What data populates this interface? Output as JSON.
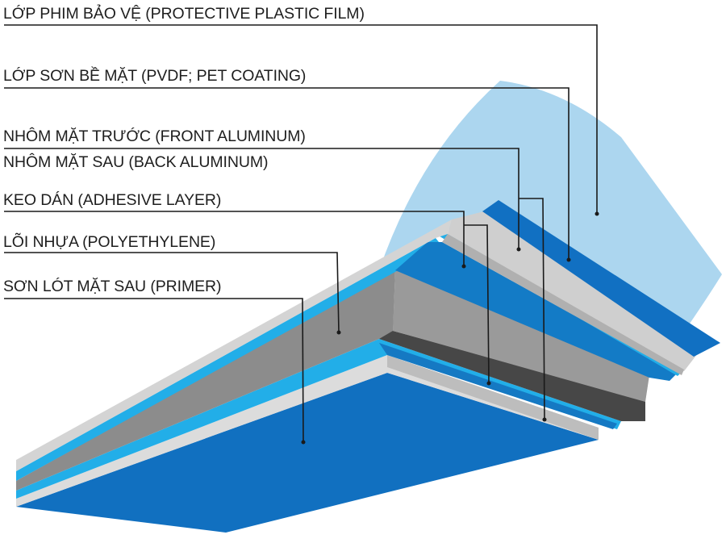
{
  "labels": {
    "film": "LỚP PHIM BẢO VỆ (PROTECTIVE PLASTIC FILM)",
    "coating": "LỚP SƠN BỀ MẶT (PVDF; PET COATING)",
    "front_aluminum": "NHÔM MẶT TRƯỚC (FRONT ALUMINUM)",
    "back_aluminum": "NHÔM MẶT SAU (BACK ALUMINUM)",
    "adhesive": "KEO DÁN (ADHESIVE LAYER)",
    "core": "LÕI NHỰA (POLYETHYLENE)",
    "primer": "SƠN LÓT MẶT SAU (PRIMER)"
  },
  "colors": {
    "film": "#acd6ef",
    "coating": "#1170c2",
    "aluminum": "#d6d6d6",
    "adhesive": "#22aee8",
    "core": "#8c8c8c",
    "core_dark": "#4a4a4a",
    "primer": "#1170c0",
    "leader": "#1a1a1a"
  }
}
